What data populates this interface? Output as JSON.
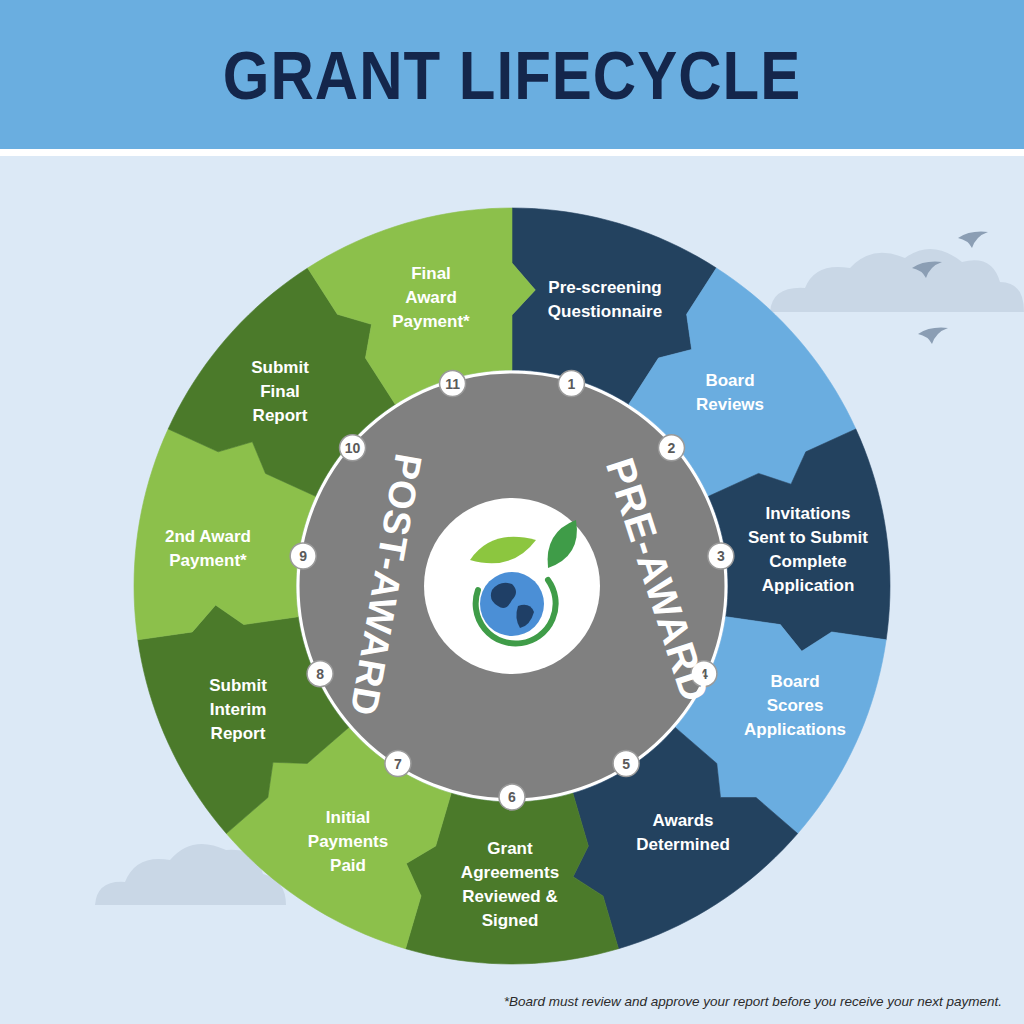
{
  "diagram": {
    "title": "GRANT LIFECYCLE",
    "caption": "*Board must review and approve your report before you receive your next payment.",
    "nodes": [
      {
        "text": [
          "Pre-screening Questionnaire"
        ]
      },
      {
        "text": [
          "Board Reviews"
        ]
      },
      {
        "text": [
          "Invitations Sent to Submit Complete Application"
        ]
      },
      {
        "text": [
          "Board Scores Applications"
        ]
      },
      {
        "text": [
          "Awards Determined"
        ]
      },
      {
        "text": [
          "Grant Agreements Reviewed & Signed"
        ]
      },
      {
        "text": [
          "Initial Payments Paid"
        ]
      },
      {
        "text": [
          "Submit Interim Report"
        ]
      },
      {
        "text": [
          "2nd Award Payment*"
        ]
      },
      {
        "text": [
          "Submit Final Report"
        ]
      },
      {
        "text": [
          "Final Award Payment*"
        ]
      }
    ],
    "labels": [
      "1",
      "2",
      "3",
      "4",
      "5",
      "6",
      "7",
      "8",
      "9",
      "10",
      "11",
      "PRE-AWARD",
      "POST-AWARD"
    ]
  }
}
